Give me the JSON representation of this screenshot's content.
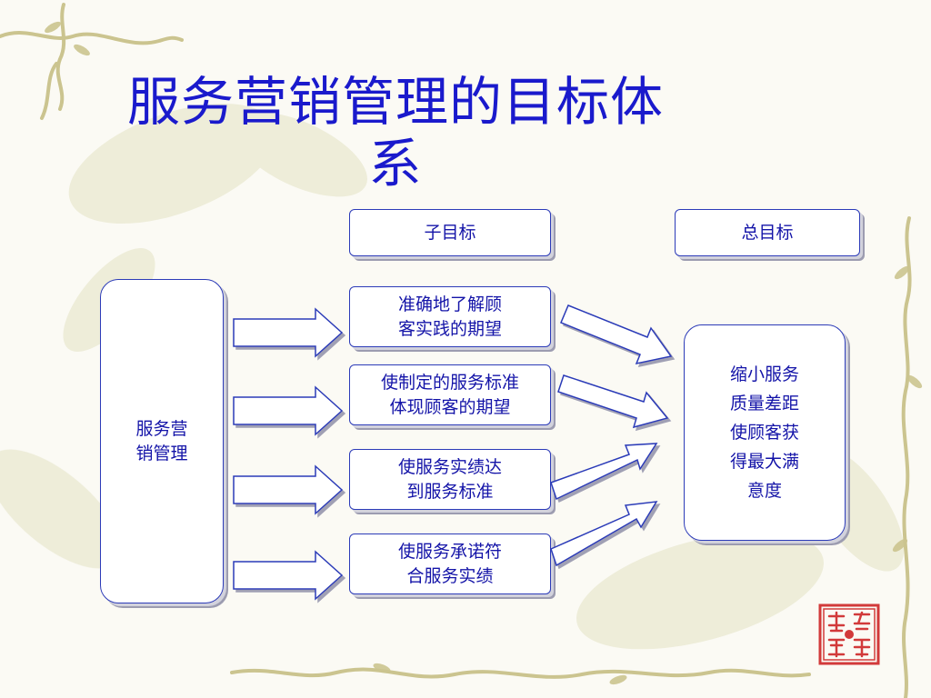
{
  "slide": {
    "title": "服务营销管理的目标体系",
    "title_line1": "服务营销管理的目标体",
    "title_line2": "系"
  },
  "diagram": {
    "header_sub": "子目标",
    "header_total": "总目标",
    "source": {
      "line1": "服务营",
      "line2": "销管理"
    },
    "sub_goals": [
      {
        "line1": "准确地了解顾",
        "line2": "客实践的期望"
      },
      {
        "line1": "使制定的服务标准",
        "line2": "体现顾客的期望"
      },
      {
        "line1": "使服务实绩达",
        "line2": "到服务标准"
      },
      {
        "line1": "使服务承诺符",
        "line2": "合服务实绩"
      }
    ],
    "total_goal": {
      "lines": [
        "缩小服务",
        "质量差距",
        "使顾客获",
        "得最大满",
        "意度"
      ]
    }
  },
  "colors": {
    "title": "#1a1acc",
    "border": "#2c3bb8",
    "text": "#1414a8",
    "shadow": "#9c9cb0",
    "vine": "#cfc79a",
    "leaf": "#dcdcb8",
    "seal": "#d23a3a"
  },
  "icons": {
    "decoration": "bamboo-vine-border",
    "seal": "red-chinese-seal-stamp"
  }
}
